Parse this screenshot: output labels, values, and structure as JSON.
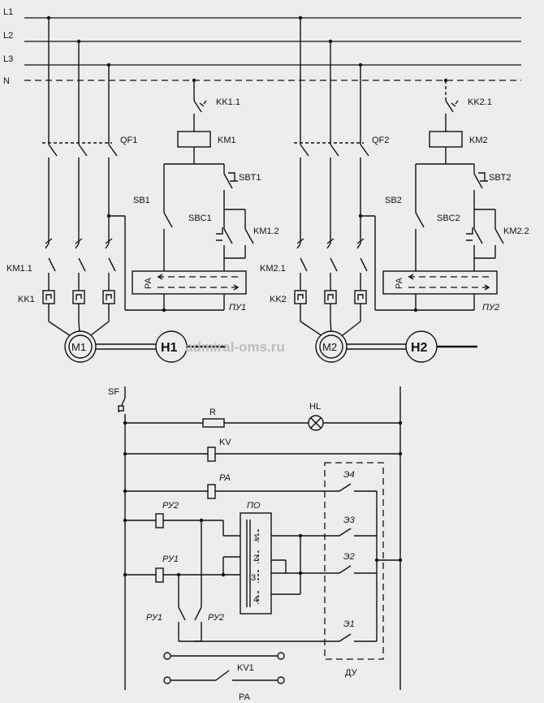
{
  "buses": [
    "L1",
    "L2",
    "L3",
    "N"
  ],
  "motor1": {
    "breaker": "QF1",
    "contactor": "KM1.1",
    "relay": "KK1",
    "motor": "M1",
    "pump": "H1",
    "relay_contact": "KK1.1",
    "coil": "KM1",
    "stop_button": "SBT1",
    "start_button": "SB1",
    "start_button2": "SBC1",
    "hold_contact": "KM1.2",
    "panel_tag": "РА",
    "panel": "ПУ1"
  },
  "motor2": {
    "breaker": "QF2",
    "contactor": "KM2.1",
    "relay": "KK2",
    "motor": "M2",
    "pump": "H2",
    "relay_contact": "KK2.1",
    "coil": "KM2",
    "stop_button": "SBT2",
    "start_button": "SB2",
    "start_button2": "SBC2",
    "hold_contact": "KM2.2",
    "panel_tag": "РА",
    "panel": "ПУ2"
  },
  "watermark": "admiral-oms.ru",
  "control": {
    "switch": "SF",
    "resistor": "R",
    "lamp": "HL",
    "relay_kv": "KV",
    "relay_pa": "PA",
    "ru2": "РУ2",
    "ru1": "РУ1",
    "po": "ПО",
    "po_pins": [
      "1",
      "2",
      "3",
      "4"
    ],
    "e4": "Э4",
    "e3": "Э3",
    "e2": "Э2",
    "e1": "Э1",
    "ru1_contact": "РУ1",
    "ru2_contact": "РУ2",
    "kv1": "KV1",
    "du": "ДУ",
    "pa_bottom": "РА"
  }
}
